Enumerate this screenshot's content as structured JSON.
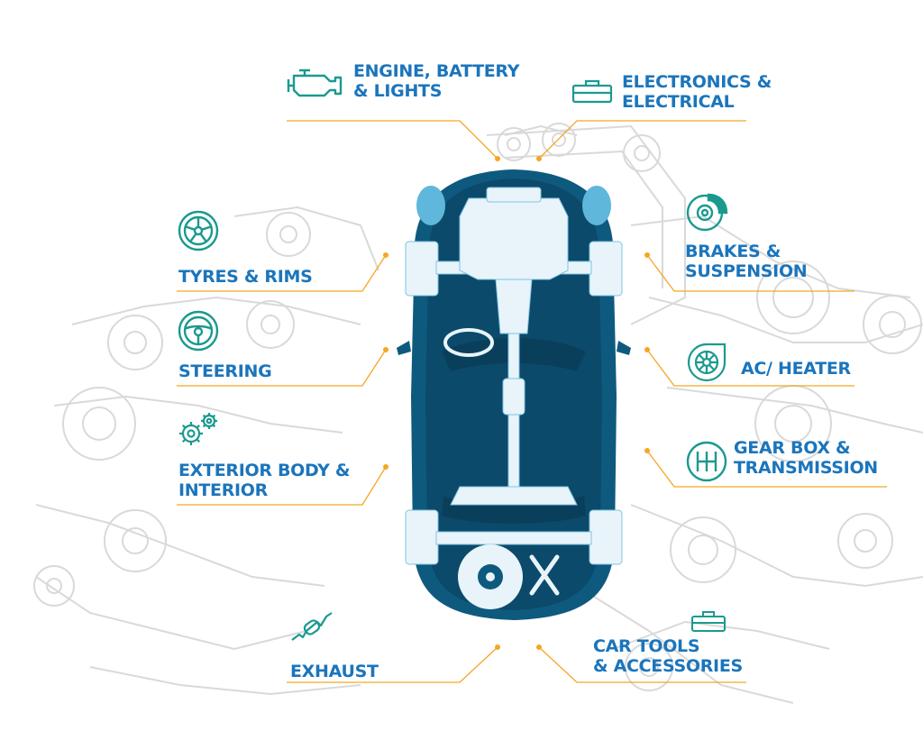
{
  "colors": {
    "label": "#1b75bc",
    "icon": "#1a9a8f",
    "connector": "#f5a623",
    "car_body": "#0e5a7e",
    "car_dark": "#0a3f5c",
    "chassis": "#e8f4fa"
  },
  "categories": [
    {
      "id": "engine",
      "icon": "engine-icon",
      "lines": [
        "ENGINE, BATTERY",
        "& LIGHTS"
      ]
    },
    {
      "id": "electronics",
      "icon": "toolbox-icon",
      "lines": [
        "ELECTRONICS &",
        "ELECTRICAL"
      ]
    },
    {
      "id": "tyres",
      "icon": "wheel-rim-icon",
      "lines": [
        "TYRES & RIMS"
      ]
    },
    {
      "id": "brakes",
      "icon": "brake-disc-icon",
      "lines": [
        "BRAKES &",
        "SUSPENSION"
      ]
    },
    {
      "id": "steering",
      "icon": "steering-wheel-icon",
      "lines": [
        "STEERING"
      ]
    },
    {
      "id": "ac",
      "icon": "turbo-fan-icon",
      "lines": [
        "AC/ HEATER"
      ]
    },
    {
      "id": "exterior",
      "icon": "gears-icon",
      "lines": [
        "EXTERIOR BODY &",
        "INTERIOR"
      ]
    },
    {
      "id": "gearbox",
      "icon": "gear-shift-icon",
      "lines": [
        "GEAR BOX &",
        "TRANSMISSION"
      ]
    },
    {
      "id": "exhaust",
      "icon": "exhaust-pipe-icon",
      "lines": [
        "EXHAUST"
      ]
    },
    {
      "id": "tools",
      "icon": "toolbox-icon",
      "lines": [
        "CAR TOOLS",
        "& ACCESSORIES"
      ]
    }
  ]
}
